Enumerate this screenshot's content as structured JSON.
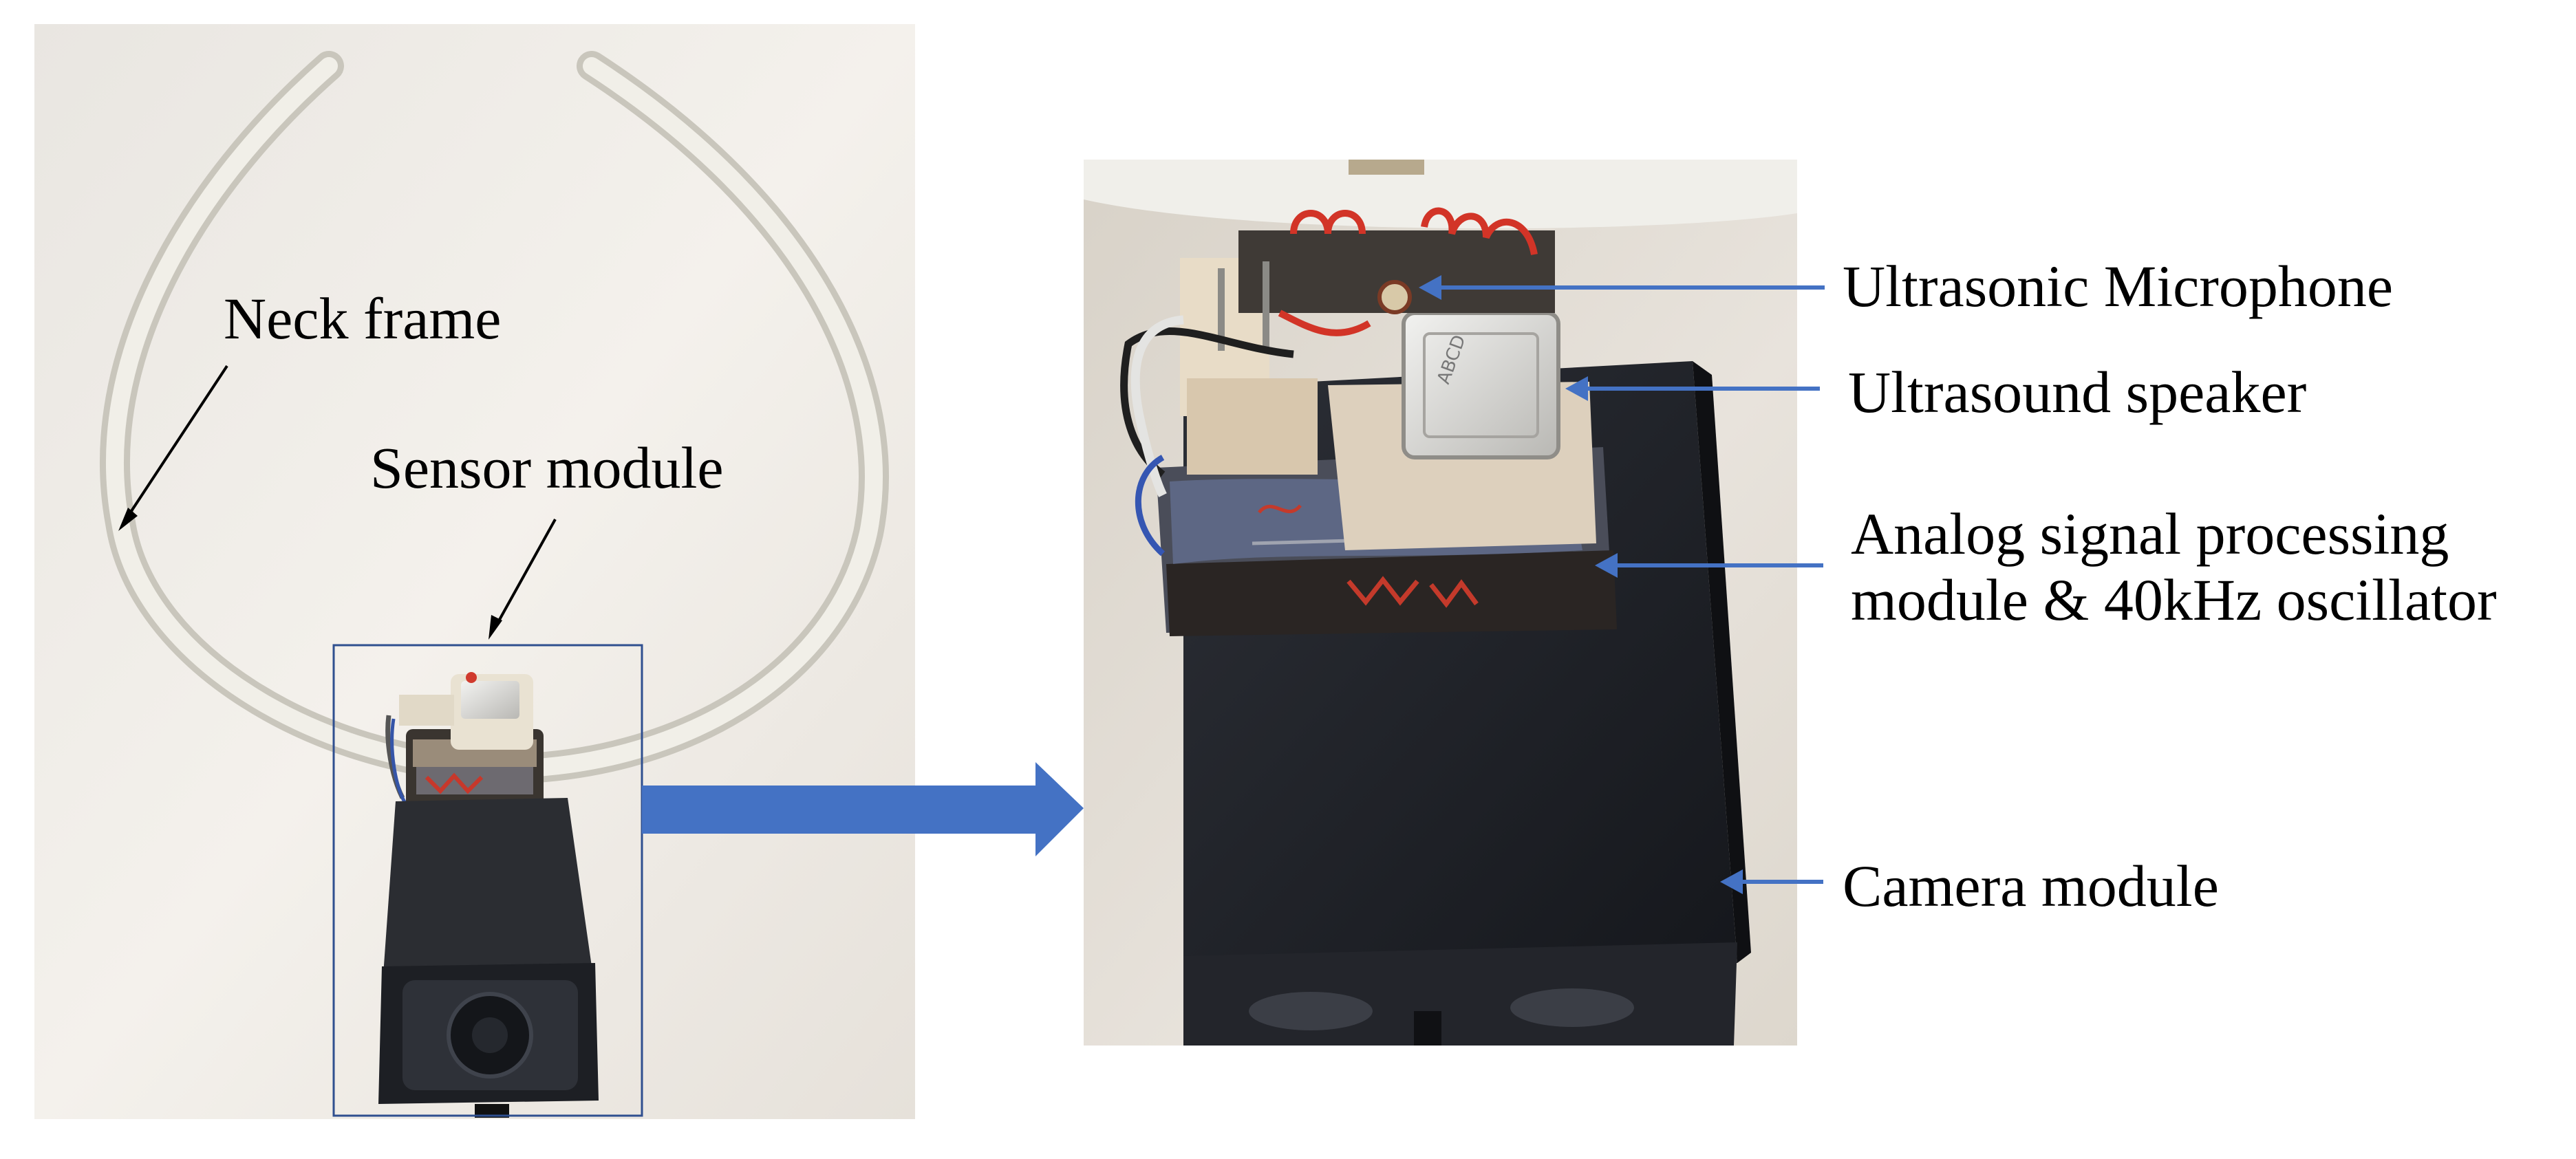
{
  "labels": {
    "neck_frame": "Neck frame",
    "sensor_module": "Sensor module",
    "ultrasonic_microphone": "Ultrasonic Microphone",
    "ultrasound_speaker": "Ultrasound speaker",
    "analog_line1": "Analog signal processing",
    "analog_line2": "module & 40kHz oscillator",
    "camera_module": "Camera module"
  },
  "colors": {
    "arrow_blue": "#4472c4",
    "box_outline": "#2f4f8f",
    "background": "#ffffff",
    "label_text": "#000000"
  }
}
